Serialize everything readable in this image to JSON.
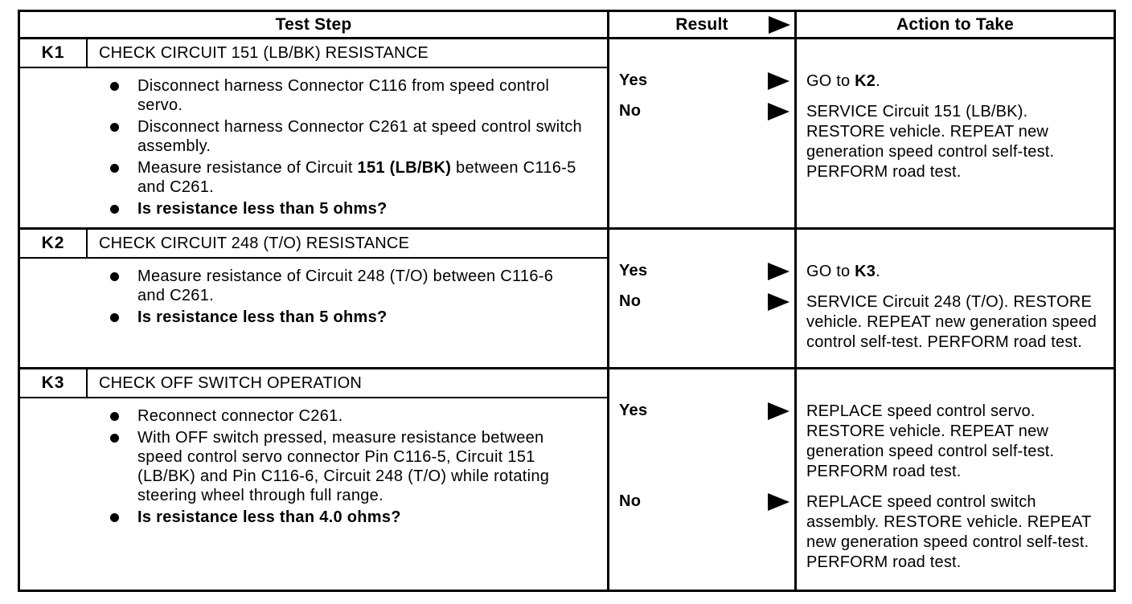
{
  "colors": {
    "ink": "#000000",
    "paper": "#ffffff"
  },
  "icons": {
    "result_arrow": "right-triangle",
    "bullet": "filled-circle"
  },
  "table": {
    "headers": {
      "test_step": "Test Step",
      "result": "Result",
      "action": "Action to Take"
    },
    "sections": [
      {
        "code": "K1",
        "title": "CHECK CIRCUIT 151 (LB/BK) RESISTANCE",
        "bullets": [
          "Disconnect harness Connector C116 from speed control servo.",
          "Disconnect harness Connector C261 at speed control switch assembly.",
          "Measure resistance of Circuit **151 (LB/BK)** between C116-5 and C261.",
          "**Is resistance less than 5 ohms?**"
        ],
        "results": [
          {
            "label": "Yes",
            "action": "GO to **K2**."
          },
          {
            "label": "No",
            "action": "SERVICE Circuit 151 (LB/BK). RESTORE vehicle. REPEAT new generation speed control self-test. PERFORM road test."
          }
        ]
      },
      {
        "code": "K2",
        "title": "CHECK CIRCUIT 248 (T/O) RESISTANCE",
        "bullets": [
          "Measure resistance of Circuit 248 (T/O) between C116-6 and C261.",
          "**Is resistance less than 5 ohms?**"
        ],
        "results": [
          {
            "label": "Yes",
            "action": "GO to **K3**."
          },
          {
            "label": "No",
            "action": "SERVICE Circuit 248 (T/O). RESTORE vehicle. REPEAT new generation speed control self-test. PERFORM road test."
          }
        ]
      },
      {
        "code": "K3",
        "title": "CHECK OFF SWITCH OPERATION",
        "bullets": [
          "Reconnect connector C261.",
          "With OFF switch pressed, measure resistance between speed control servo connector Pin C116-5, Circuit 151 (LB/BK) and Pin C116-6, Circuit 248 (T/O) while rotating steering wheel through full range.",
          "**Is resistance less than 4.0 ohms?**"
        ],
        "results": [
          {
            "label": "Yes",
            "action": "REPLACE speed control servo. RESTORE vehicle. REPEAT new generation speed control self-test. PERFORM road test."
          },
          {
            "label": "No",
            "action": "REPLACE speed control switch assembly. RESTORE vehicle. REPEAT new generation speed control self-test. PERFORM road test."
          }
        ]
      }
    ]
  }
}
